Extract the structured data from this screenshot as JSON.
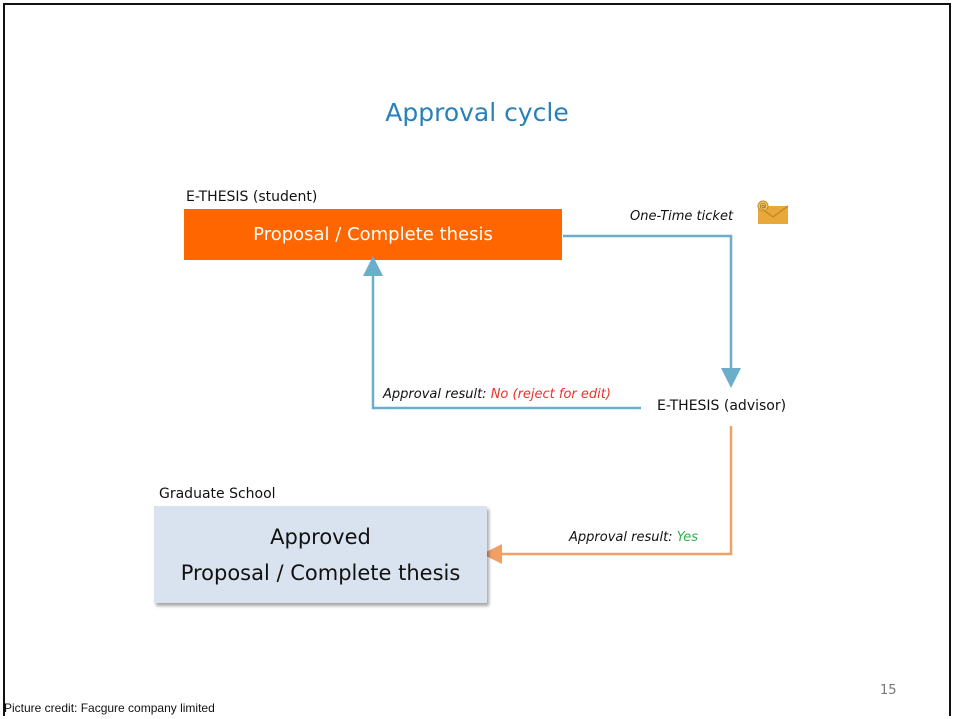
{
  "slide": {
    "title": "Approval cycle",
    "page_number": "15",
    "credit": "Picture credit: Facgure company limited"
  },
  "student": {
    "label": "E-THESIS (student)",
    "box_text": "Proposal / Complete thesis"
  },
  "advisor": {
    "label": "E-THESIS (advisor)"
  },
  "graduate": {
    "label": "Graduate School",
    "line1": "Approved",
    "line2": "Proposal / Complete thesis"
  },
  "arrows": {
    "ticket_label": "One-Time ticket",
    "reject_prefix": "Approval result:",
    "reject_value": "No (reject for edit)",
    "approve_prefix": "Approval result:",
    "approve_value": "Yes"
  },
  "colors": {
    "title": "#2a80b9",
    "student_box": "#ff6600",
    "grad_box": "#d9e3f0",
    "cycle_arrow": "#6aaec9",
    "approve_arrow": "#f0a064",
    "reject_text": "#e8322b",
    "approve_text": "#2cb34a"
  },
  "icons": [
    "email-icon"
  ]
}
